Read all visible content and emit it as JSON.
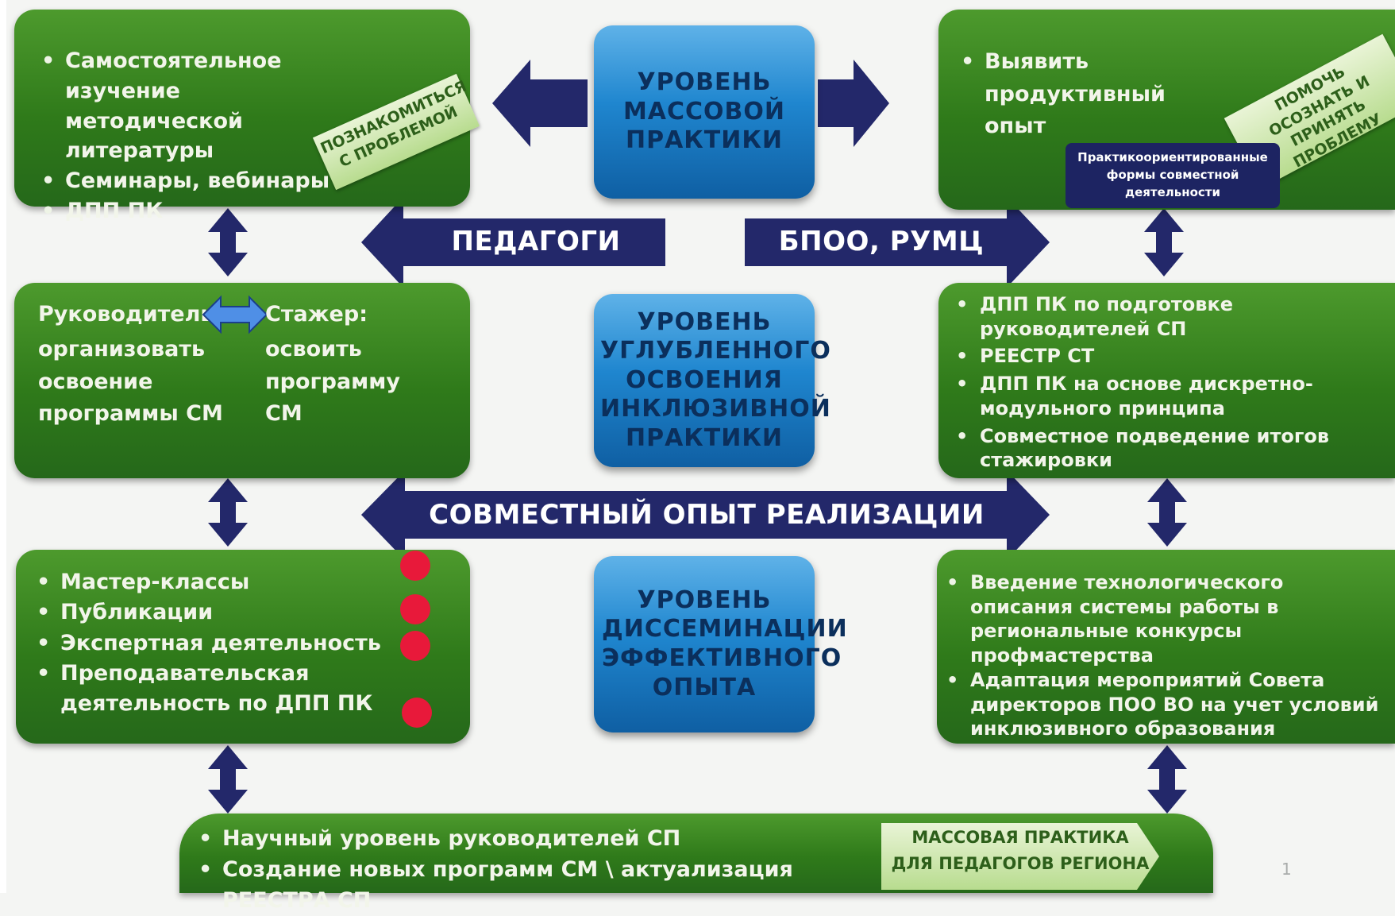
{
  "center_levels": {
    "mass": "УРОВЕНЬ МАССОВОЙ ПРАКТИКИ",
    "deep": "УРОВЕНЬ УГЛУБЛЕННОГО ОСВОЕНИЯ ИНКЛЮЗИВНОЙ ПРАКТИКИ",
    "dissemination": "УРОВЕНЬ ДИССЕМИНАЦИИ ЭФФЕКТИВНОГО ОПЫТА"
  },
  "arrows": {
    "teachers": "ПЕДАГОГИ",
    "institutions": "БПОО, РУМЦ",
    "joint": "СОВМЕСТНЫЙ ОПЫТ РЕАЛИЗАЦИИ"
  },
  "top_left": {
    "items": [
      "Самостоятельное изучение методической литературы",
      "Семинары, вебинары",
      "ДПП ПК"
    ],
    "tag": "ПОЗНАКОМИТЬСЯ С ПРОБЛЕМОЙ"
  },
  "top_right": {
    "items": [
      "Выявить продуктивный опыт"
    ],
    "tag": "ПОМОЧЬ ОСОЗНАТЬ И ПРИНЯТЬ ПРОБЛЕМУ",
    "note": "Практикоориентированные формы совместной деятельности"
  },
  "mid_left": {
    "leader_title": "Руководитель:",
    "leader_text": "организовать освоение программы СМ",
    "trainee_title": "Стажер:",
    "trainee_text": "освоить программу СМ"
  },
  "mid_right": {
    "items": [
      "ДПП ПК по подготовке руководителей СП",
      "РЕЕСТР СТ",
      "ДПП ПК на основе дискретно-модульного принципа",
      "Совместное подведение итогов стажировки"
    ]
  },
  "low_left": {
    "items": [
      "Мастер-классы",
      "Публикации",
      "Экспертная деятельность",
      "Преподавательская деятельность по ДПП ПК"
    ]
  },
  "low_right": {
    "items": [
      "Введение технологического описания системы работы в региональные конкурсы профмастерства",
      "Адаптация мероприятий Совета директоров ПОО ВО на учет условий инклюзивного образования"
    ]
  },
  "bottom": {
    "items": [
      "Научный уровень руководителей СП",
      "Создание новых программ СМ \\ актуализация РЕЕСТРА СП"
    ],
    "tag": "МАССОВАЯ ПРАКТИКА ДЛЯ ПЕДАГОГОВ РЕГИОНА"
  },
  "page_number": "1",
  "colors": {
    "green": "#2f7a1a",
    "navy": "#1d2462",
    "blue": "#1f86cf",
    "red_dot": "#e8193a"
  }
}
